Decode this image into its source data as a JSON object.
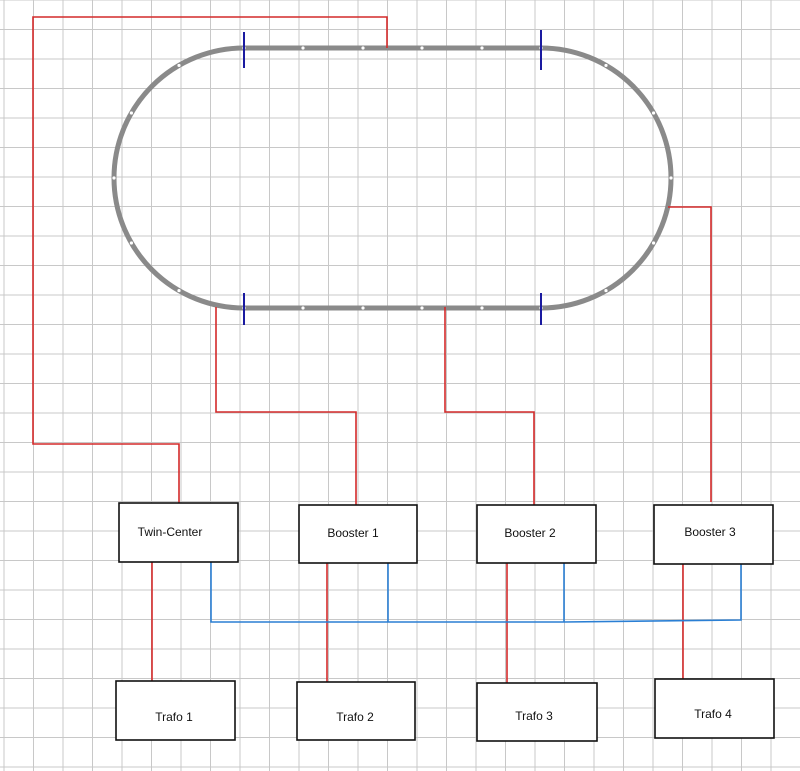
{
  "title": "Layout wiring diagram",
  "colors": {
    "track": "#8a8a8a",
    "power": "#d42a2a",
    "bus": "#2a7fd4",
    "isolator": "#1a1aa0",
    "grid": "#c8c8c8"
  },
  "devices": {
    "twin_center": "Twin-Center",
    "booster1": "Booster 1",
    "booster2": "Booster 2",
    "booster3": "Booster 3"
  },
  "trafos": {
    "trafo1": "Trafo 1",
    "trafo2": "Trafo 2",
    "trafo3": "Trafo 3",
    "trafo4": "Trafo 4"
  }
}
